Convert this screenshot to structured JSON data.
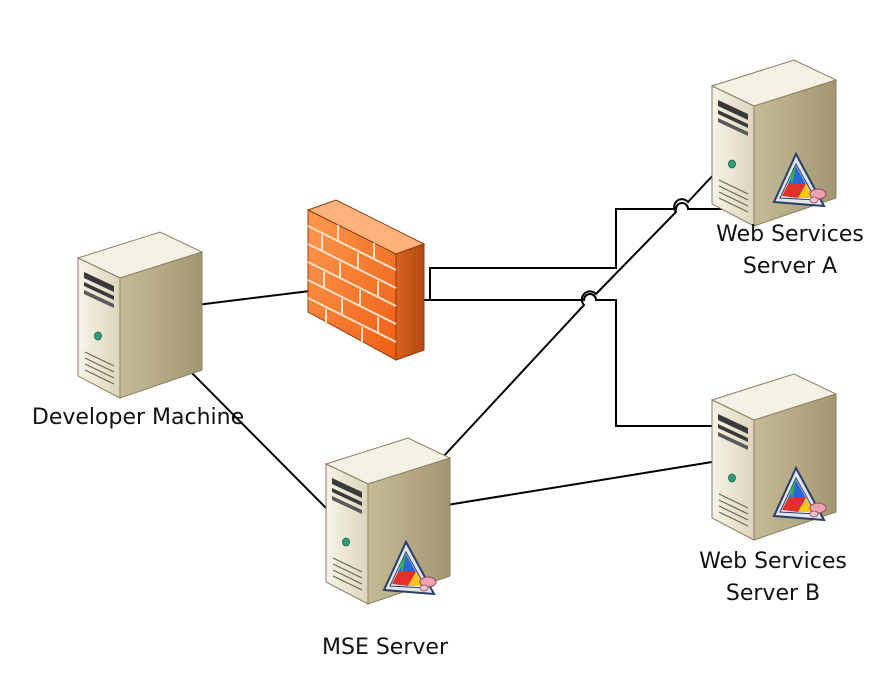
{
  "nodes": {
    "developer": {
      "label": "Developer Machine",
      "badge": false
    },
    "mse": {
      "label": "MSE Server",
      "badge": true
    },
    "ws_a": {
      "label_line1": "Web Services",
      "label_line2": "Server A",
      "badge": true
    },
    "ws_b": {
      "label_line1": "Web Services",
      "label_line2": "Server B",
      "badge": true
    },
    "firewall": {
      "icon": "firewall-brick-icon"
    }
  },
  "connections": [
    {
      "from": "developer",
      "to": "firewall"
    },
    {
      "from": "developer",
      "to": "mse"
    },
    {
      "from": "mse",
      "to": "ws_a"
    },
    {
      "from": "mse",
      "to": "ws_b"
    },
    {
      "from": "firewall",
      "to": "ws_a"
    },
    {
      "from": "firewall",
      "to": "ws_b"
    }
  ],
  "colors": {
    "server_front": "#e8e2cc",
    "server_side": "#b9ad89",
    "server_top": "#f4f0e2",
    "firewall_front": "#f47a2e",
    "firewall_side": "#c4561b",
    "firewall_top": "#ffb37a",
    "line": "#000000"
  }
}
